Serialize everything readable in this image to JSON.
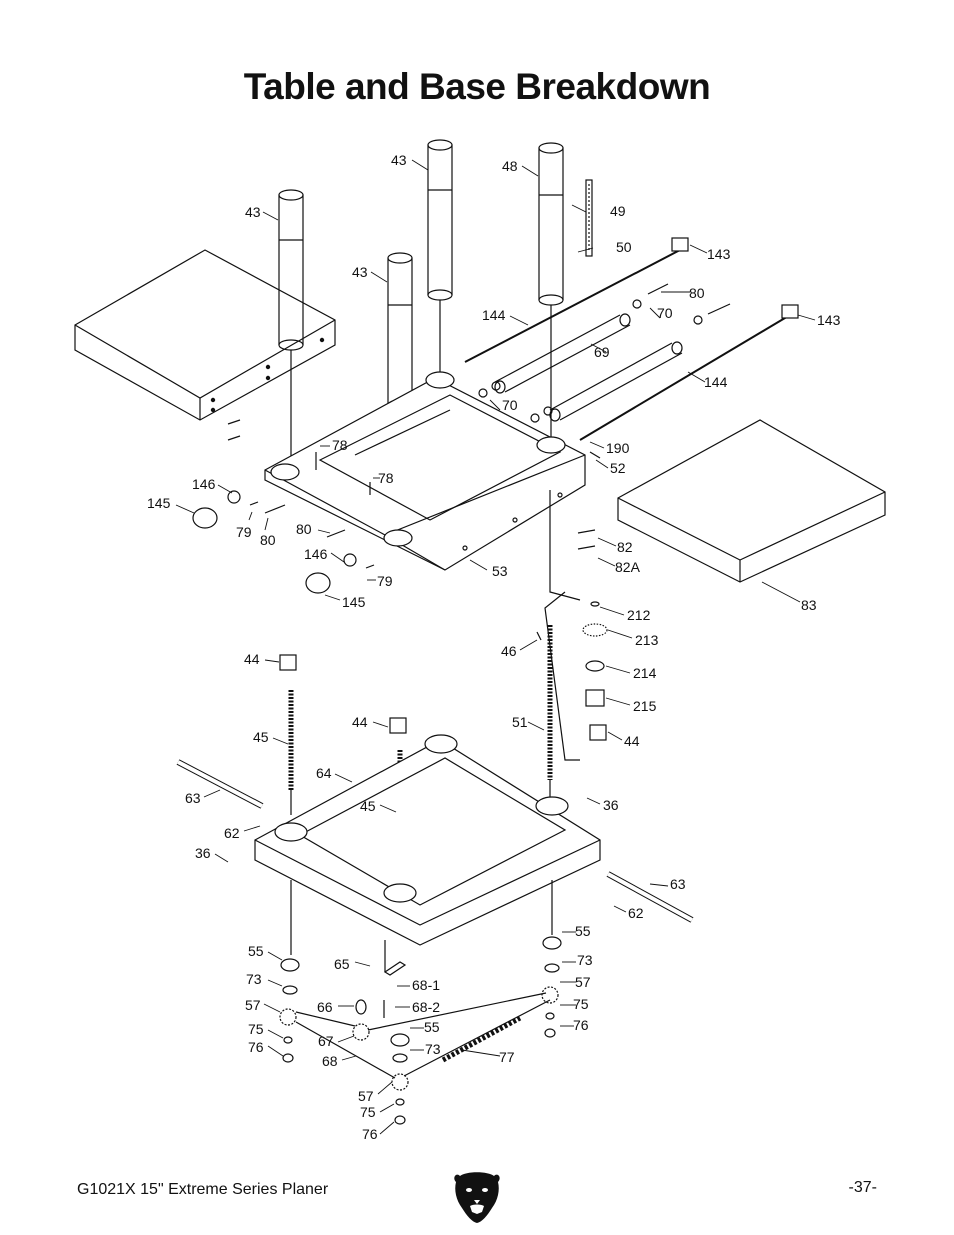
{
  "title": "Table and Base Breakdown",
  "footer": {
    "model": "G1021X 15\" Extreme Series Planer",
    "page": "-37-"
  },
  "logo_icon": "grizzly-bear-icon",
  "callouts": [
    {
      "id": "c1",
      "text": "43"
    },
    {
      "id": "c2",
      "text": "48"
    },
    {
      "id": "c3",
      "text": "43"
    },
    {
      "id": "c4",
      "text": "49"
    },
    {
      "id": "c5",
      "text": "50"
    },
    {
      "id": "c6",
      "text": "143"
    },
    {
      "id": "c7",
      "text": "43"
    },
    {
      "id": "c8",
      "text": "80"
    },
    {
      "id": "c9",
      "text": "144"
    },
    {
      "id": "c10",
      "text": "70"
    },
    {
      "id": "c11",
      "text": "143"
    },
    {
      "id": "c12",
      "text": "69"
    },
    {
      "id": "c13",
      "text": "144"
    },
    {
      "id": "c14",
      "text": "70"
    },
    {
      "id": "c15",
      "text": "78"
    },
    {
      "id": "c16",
      "text": "190"
    },
    {
      "id": "c17",
      "text": "52"
    },
    {
      "id": "c18",
      "text": "78"
    },
    {
      "id": "c19",
      "text": "146"
    },
    {
      "id": "c20",
      "text": "145"
    },
    {
      "id": "c21",
      "text": "79"
    },
    {
      "id": "c22",
      "text": "80"
    },
    {
      "id": "c23",
      "text": "80"
    },
    {
      "id": "c24",
      "text": "82"
    },
    {
      "id": "c25",
      "text": "146"
    },
    {
      "id": "c26",
      "text": "82A"
    },
    {
      "id": "c27",
      "text": "53"
    },
    {
      "id": "c28",
      "text": "79"
    },
    {
      "id": "c29",
      "text": "145"
    },
    {
      "id": "c30",
      "text": "83"
    },
    {
      "id": "c31",
      "text": "212"
    },
    {
      "id": "c32",
      "text": "213"
    },
    {
      "id": "c33",
      "text": "46"
    },
    {
      "id": "c34",
      "text": "44"
    },
    {
      "id": "c35",
      "text": "214"
    },
    {
      "id": "c36",
      "text": "215"
    },
    {
      "id": "c37",
      "text": "44"
    },
    {
      "id": "c38",
      "text": "51"
    },
    {
      "id": "c39",
      "text": "44"
    },
    {
      "id": "c40",
      "text": "45"
    },
    {
      "id": "c41",
      "text": "64"
    },
    {
      "id": "c42",
      "text": "63"
    },
    {
      "id": "c43",
      "text": "36"
    },
    {
      "id": "c44",
      "text": "45"
    },
    {
      "id": "c45",
      "text": "62"
    },
    {
      "id": "c46",
      "text": "36"
    },
    {
      "id": "c47",
      "text": "63"
    },
    {
      "id": "c48",
      "text": "62"
    },
    {
      "id": "c49",
      "text": "55"
    },
    {
      "id": "c50",
      "text": "55"
    },
    {
      "id": "c51",
      "text": "65"
    },
    {
      "id": "c52",
      "text": "73"
    },
    {
      "id": "c53",
      "text": "73"
    },
    {
      "id": "c54",
      "text": "68-1"
    },
    {
      "id": "c55",
      "text": "57"
    },
    {
      "id": "c56",
      "text": "57"
    },
    {
      "id": "c57",
      "text": "66"
    },
    {
      "id": "c58",
      "text": "68-2"
    },
    {
      "id": "c59",
      "text": "75"
    },
    {
      "id": "c60",
      "text": "75"
    },
    {
      "id": "c61",
      "text": "55"
    },
    {
      "id": "c62",
      "text": "76"
    },
    {
      "id": "c63",
      "text": "67"
    },
    {
      "id": "c64",
      "text": "76"
    },
    {
      "id": "c65",
      "text": "73"
    },
    {
      "id": "c66",
      "text": "68"
    },
    {
      "id": "c67",
      "text": "77"
    },
    {
      "id": "c68",
      "text": "57"
    },
    {
      "id": "c69",
      "text": "75"
    },
    {
      "id": "c70",
      "text": "76"
    }
  ]
}
